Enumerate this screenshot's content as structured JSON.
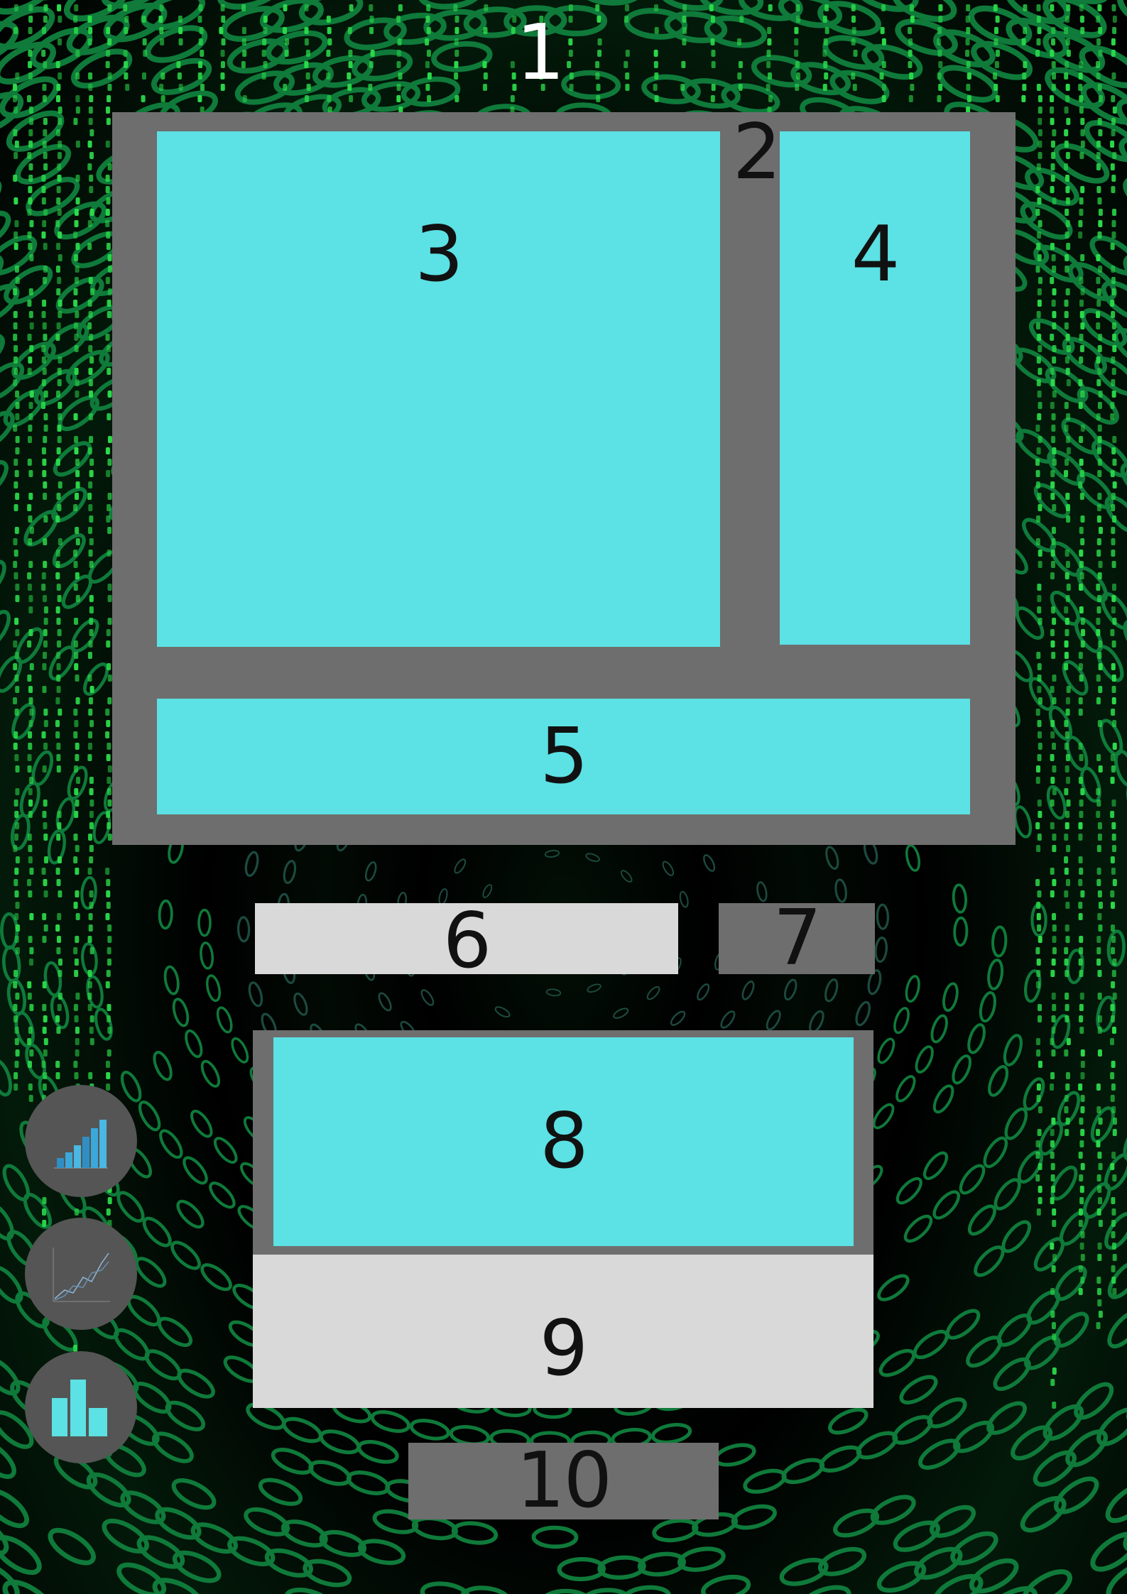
{
  "labels": {
    "region_1": "1",
    "region_2": "2",
    "region_3": "3",
    "region_4": "4",
    "region_5": "5",
    "region_6": "6",
    "region_7": "7",
    "region_8": "8",
    "region_9": "9",
    "region_10": "10"
  },
  "colors": {
    "panel_gray": "#6e6e6e",
    "panel_cyan": "#5ce1e4",
    "panel_light": "#d9d9d9",
    "matrix_green": "#2bdc4a",
    "fab_gray": "#555555"
  },
  "side_buttons": [
    {
      "icon": "bar-chart-icon"
    },
    {
      "icon": "line-chart-icon"
    },
    {
      "icon": "column-chart-icon"
    }
  ]
}
